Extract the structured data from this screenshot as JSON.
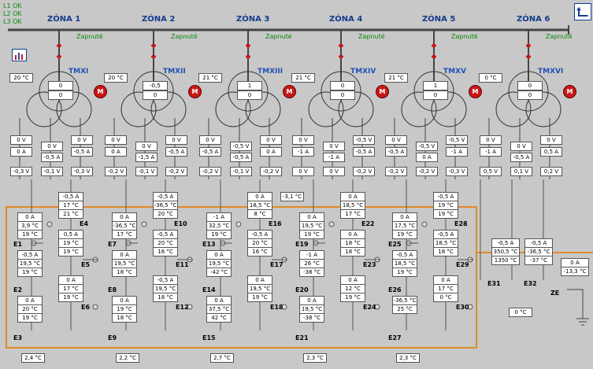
{
  "status": [
    "L1  OK",
    "L2  OK",
    "L3  OK"
  ],
  "zones": [
    {
      "name": "ZÓNA 1",
      "switch": "Zapnuté",
      "transformer": "TMXI",
      "room_temp": "20 °C",
      "display": [
        "0",
        "0"
      ],
      "phases": [
        [
          "0 V",
          "0 A",
          "-0,3 V"
        ],
        [
          "0 V",
          "-0,5 A",
          "-0,1 V"
        ],
        [
          "0 V",
          "-0,5 A",
          "-0,3 V"
        ]
      ],
      "feeder_e": [
        "E1",
        "E2",
        "E3",
        "E4",
        "E5",
        "E6"
      ],
      "readings": {
        "top_right": [
          "-0,5 A",
          "17 °C",
          "21 °C"
        ],
        "mid_left": [
          "0 A",
          "3,9 °C",
          "19 °C"
        ],
        "mid_right": [
          "0,5 A",
          "19 °C",
          "19 °C"
        ],
        "low_left": [
          "-0,5 A",
          "19,5 °C",
          "19 °C"
        ],
        "low_right": [
          "0 A",
          "17 °C",
          "19 °C"
        ],
        "bottom_left": [
          "0 A",
          "20 °C",
          "19 °C"
        ]
      },
      "ambient": "2,4 °C"
    },
    {
      "name": "ZÓNA 2",
      "switch": "Zapnuté",
      "transformer": "TMXII",
      "room_temp": "20 °C",
      "display": [
        "-0,5",
        "0"
      ],
      "phases": [
        [
          "0 V",
          "0 A",
          "-0,2 V"
        ],
        [
          "0 V",
          "-1,5 A",
          "-0,1 V"
        ],
        [
          "0 V",
          "-0,5 A",
          "-0,2 V"
        ]
      ],
      "feeder_e": [
        "E7",
        "E8",
        "E9",
        "E10",
        "E11",
        "E12"
      ],
      "readings": {
        "top_right": [
          "-0,5 A",
          "-36,5 °C",
          "20 °C"
        ],
        "mid_left": [
          "0 A",
          "-36,5 °C",
          "17 °C"
        ],
        "mid_right": [
          "-0,5 A",
          "20 °C",
          "16 °C"
        ],
        "low_left": [
          "0 A",
          "19,5 °C",
          "18 °C"
        ],
        "low_right": [
          "-0,5 A",
          "19,5 °C",
          "18 °C"
        ],
        "bottom_left": [
          "0 A",
          "19 °C",
          "18 °C"
        ]
      },
      "ambient": "2,2 °C"
    },
    {
      "name": "ZÓNA 3",
      "switch": "Zapnuté",
      "transformer": "TMXIII",
      "room_temp": "21 °C",
      "display": [
        "1",
        "0"
      ],
      "phases": [
        [
          "0 V",
          "-0,5 A",
          "-0,2 V"
        ],
        [
          "-0,5 V",
          "-0,5 A",
          "-0,1 V"
        ],
        [
          "0 V",
          "0 A",
          "-0,2 V"
        ]
      ],
      "feeder_e": [
        "E13",
        "E14",
        "E15",
        "E16",
        "E17",
        "E18"
      ],
      "readings": {
        "top_right": [
          "0 A",
          "18,5 °C",
          "8 °C"
        ],
        "mid_left": [
          "-1 A",
          "32,5 °C",
          "19 °C"
        ],
        "mid_right": [
          "-0,5 A",
          "20 °C",
          "16 °C"
        ],
        "low_left": [
          "0 A",
          "19,5 °C",
          "-42 °C"
        ],
        "low_right": [
          "0 A",
          "19,5 °C",
          "19 °C"
        ],
        "bottom_left": [
          "0 A",
          "37,5 °C",
          "42 °C"
        ]
      },
      "extra": "-3,1 °C",
      "ambient": "2,7 °C"
    },
    {
      "name": "ZÓNA 4",
      "switch": "Zapnuté",
      "transformer": "TMXIV",
      "room_temp": "21 °C",
      "display": [
        "0",
        "0"
      ],
      "phases": [
        [
          "0 V",
          "-1 A",
          "0 V"
        ],
        [
          "0 V",
          "-1 A",
          "0 V"
        ],
        [
          "-0,5 V",
          "-0,5 A",
          "-0,2 V"
        ]
      ],
      "feeder_e": [
        "E19",
        "E20",
        "E21",
        "E22",
        "E23",
        "E24"
      ],
      "readings": {
        "top_right": [
          "0 A",
          "18,5 °C",
          "17 °C"
        ],
        "mid_left": [
          "0 A",
          "19,5 °C",
          "19 °C"
        ],
        "mid_right": [
          "0 A",
          "18 °C",
          "18 °C"
        ],
        "low_left": [
          "-1 A",
          "26 °C",
          "-38 °C"
        ],
        "low_right": [
          "0 A",
          "12 °C",
          "19 °C"
        ],
        "bottom_left": [
          "0 A",
          "19,5 °C",
          "-38 °C"
        ]
      },
      "ambient": "2,3 °C"
    },
    {
      "name": "ZÓNA 5",
      "switch": "Zapnuté",
      "transformer": "TMXV",
      "room_temp": "21 °C",
      "display": [
        "1",
        "0"
      ],
      "phases": [
        [
          "0 V",
          "-0,5 A",
          "-0,2 V"
        ],
        [
          "-0,5 V",
          "0 A",
          "-0,2 V"
        ],
        [
          "-0,5 V",
          "-1 A",
          "-0,3 V"
        ]
      ],
      "feeder_e": [
        "E25",
        "E26",
        "E27",
        "E28",
        "E29",
        "E30"
      ],
      "readings": {
        "top_right": [
          "-0,5 A",
          "19 °C",
          "19 °C"
        ],
        "mid_left": [
          "0 A",
          "17,5 °C",
          "19 °C"
        ],
        "mid_right": [
          "-0,5 A",
          "18,5 °C",
          "18 °C"
        ],
        "low_left": [
          "-0,5 A",
          "18,5 °C",
          "19 °C"
        ],
        "low_right": [
          "0 A",
          "17 °C",
          "0 °C"
        ],
        "bottom_left": [
          "-36,5 °C",
          "25 °C"
        ]
      },
      "ambient": "2,3 °C"
    },
    {
      "name": "ZÓNA 6",
      "switch": "Zapnuté",
      "transformer": "TMXVI",
      "room_temp": "0 °C",
      "display": [
        "0",
        "0"
      ],
      "phases": [
        [
          "0 V",
          "-1 A",
          "0,5 V"
        ],
        [
          "0 V",
          "-0,5 A",
          "0,1 V"
        ],
        [
          "0 V",
          "0,5 A",
          "0,2 V"
        ]
      ],
      "feeder_e": [
        "E31",
        "E32"
      ],
      "readings": {
        "left": [
          "-0,5 A",
          "350,5 °C",
          "1350 °C"
        ],
        "right": [
          "-0,5 A",
          "-36,5 °C",
          "-37 °C"
        ],
        "far": [
          "0 A",
          "-13,3 °C"
        ]
      },
      "ze_label": "ZE",
      "ze_value": "0 °C"
    }
  ],
  "motor_label": "M",
  "icons": {
    "corner": "return-arrow-icon",
    "chart": "bar-chart-icon"
  },
  "colors": {
    "background": "#c8c8c8",
    "bus": "#444444",
    "heating_loop": "#e08a2a",
    "status_ok": "#0a8a0a",
    "zone_title": "#143c8c",
    "motor": "#c81818"
  }
}
